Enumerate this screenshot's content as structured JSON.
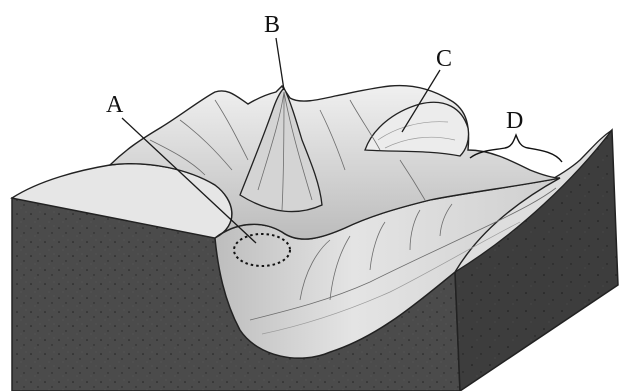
{
  "figure": {
    "labels": {
      "a": "A",
      "b": "B",
      "c": "C",
      "d": "D"
    },
    "colors": {
      "soil": "#4a4a4a",
      "soil_dark": "#3a3a3a",
      "surface": "#e2e2e2",
      "valley_floor": "#d6d6d6",
      "mountain": "#c9c9c9",
      "ink": "#1a1a1a"
    }
  }
}
